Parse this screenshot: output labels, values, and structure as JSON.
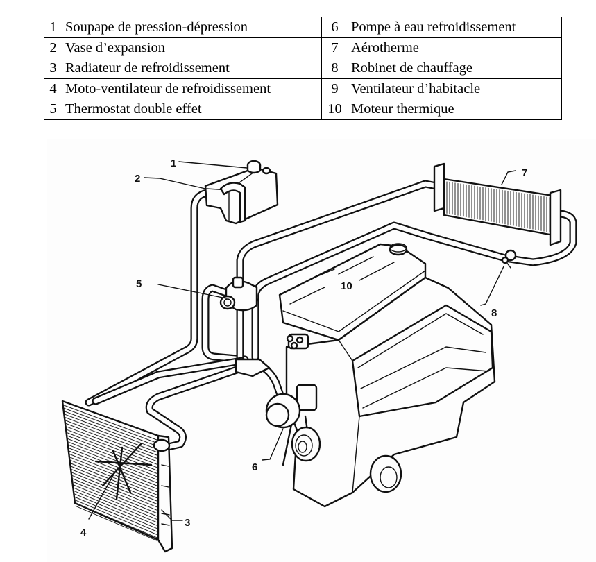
{
  "legend": {
    "rows": [
      {
        "left": {
          "num": "1",
          "label": "Soupape de pression-dépression"
        },
        "right": {
          "num": "6",
          "label": "Pompe à eau refroidissement"
        }
      },
      {
        "left": {
          "num": "2",
          "label": "Vase d’expansion"
        },
        "right": {
          "num": "7",
          "label": "Aérotherme"
        }
      },
      {
        "left": {
          "num": "3",
          "label": "Radiateur de refroidissement"
        },
        "right": {
          "num": "8",
          "label": "Robinet de chauffage"
        }
      },
      {
        "left": {
          "num": "4",
          "label": "Moto-ventilateur de refroidissement"
        },
        "right": {
          "num": "9",
          "label": "Ventilateur d’habitacle"
        }
      },
      {
        "left": {
          "num": "5",
          "label": "Thermostat double effet"
        },
        "right": {
          "num": "10",
          "label": "Moteur thermique"
        }
      }
    ]
  },
  "diagram": {
    "callouts": {
      "c1": "1",
      "c2": "2",
      "c3": "3",
      "c4": "4",
      "c5": "5",
      "c6": "6",
      "c7": "7",
      "c8": "8",
      "c10": "10"
    }
  }
}
